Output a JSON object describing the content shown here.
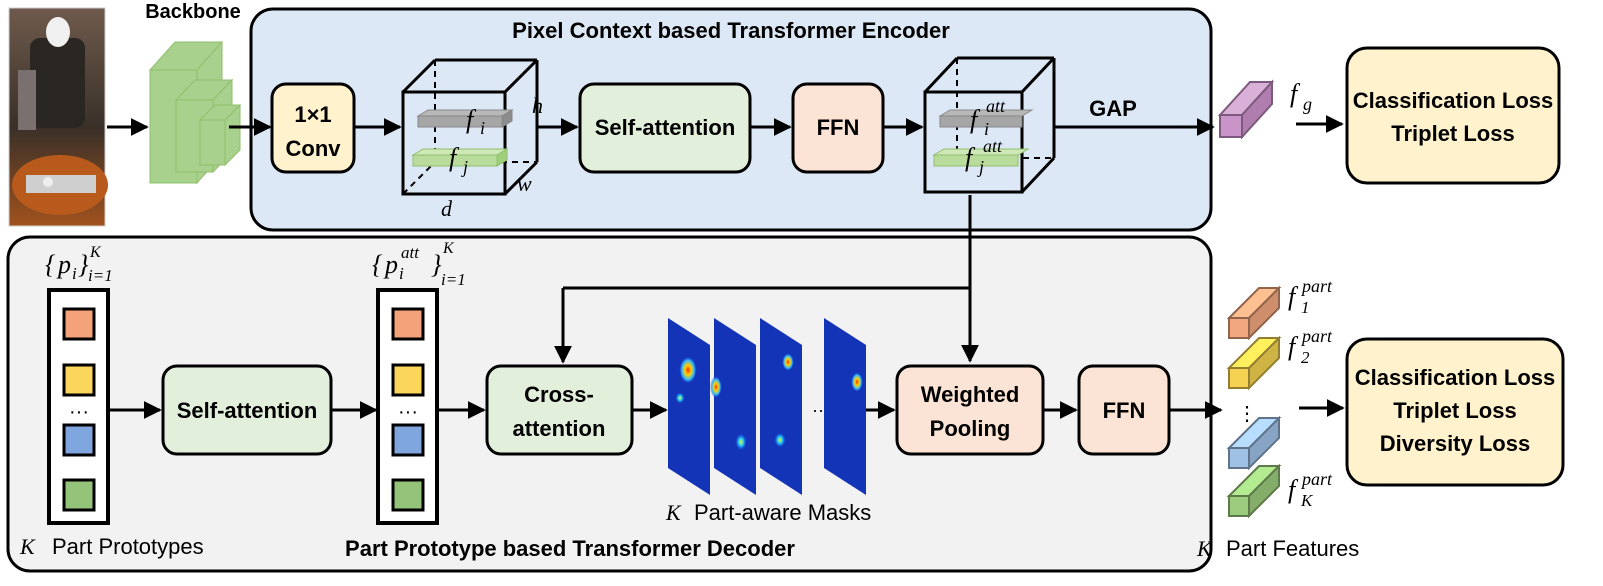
{
  "backbone": {
    "label": "Backbone"
  },
  "encoder": {
    "title": "Pixel Context based Transformer Encoder",
    "conv": [
      "1×1",
      "Conv"
    ],
    "self_attention": "Self-attention",
    "ffn": "FFN",
    "gap": "GAP",
    "dims": {
      "h": "h",
      "w": "w",
      "d": "d"
    },
    "feat_i": "f",
    "feat_i_sub": "i",
    "feat_j": "f",
    "feat_j_sub": "j",
    "att_sup": "att"
  },
  "global_feature": {
    "symbol": "f",
    "sub": "g"
  },
  "global_loss": [
    "Classification Loss",
    "Triplet Loss"
  ],
  "decoder": {
    "title": "Part Prototype based Transformer Decoder",
    "prototypes_set": {
      "p": "p",
      "sub": "i",
      "k": "K",
      "range": "i=1"
    },
    "prototypes_att_set": {
      "p": "p",
      "sub": "i",
      "sup": "att",
      "k": "K",
      "range": "i=1"
    },
    "prototypes_caption": {
      "k": "K",
      "text": "Part Prototypes"
    },
    "self_attention": "Self-attention",
    "cross_attention": [
      "Cross-",
      "attention"
    ],
    "masks_caption": {
      "k": "K",
      "text": "Part-aware Masks"
    },
    "weighted_pooling": [
      "Weighted",
      "Pooling"
    ],
    "ffn": "FFN",
    "ellipsis": "···"
  },
  "part_features": {
    "caption_k": "K",
    "caption": "Part Features",
    "labels": [
      {
        "sym": "f",
        "sub": "1",
        "sup": "part"
      },
      {
        "sym": "f",
        "sub": "2",
        "sup": "part"
      },
      {
        "sym": "f",
        "sub": "K",
        "sup": "part"
      }
    ],
    "colors": [
      "#f2a77e",
      "#f5d251",
      "#9fc1e6",
      "#9ccc7d"
    ]
  },
  "part_loss": [
    "Classification Loss",
    "Triplet Loss",
    "Diversity Loss"
  ],
  "prototype_colors": [
    "#f4a27a",
    "#fad75b",
    "#7fa6de",
    "#94c47a"
  ],
  "colors": {
    "encoder_bg": "#dce8f5",
    "decoder_bg": "#f2f2f2",
    "green_box": "#e2efda",
    "salmon_box": "#fbe4d5",
    "yellow_box": "#fff2cc",
    "backbone_green": "#a9d18e"
  }
}
